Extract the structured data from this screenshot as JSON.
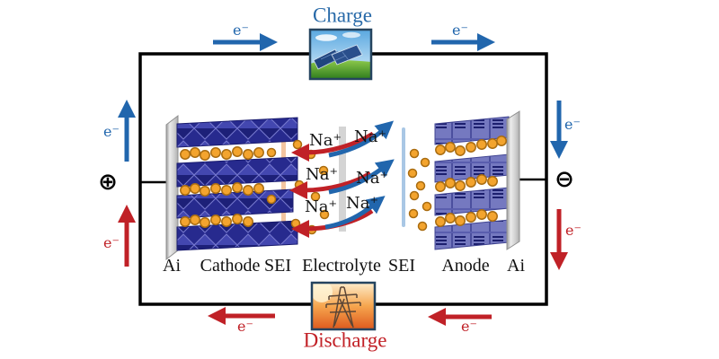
{
  "diagram": {
    "subject": "sodium-ion battery charge/discharge schematic",
    "charge_label": "Charge",
    "discharge_label": "Discharge",
    "electron_label": "e⁻",
    "sodium_ion_label": "Na⁺",
    "positive_terminal": "⊕",
    "negative_terminal": "⊖",
    "bottom_labels": [
      "Ai",
      "Cathode",
      "SEI",
      "Electrolyte",
      "SEI",
      "Anode",
      "Ai"
    ],
    "icons": {
      "charge_image": "solar-panel-photo",
      "discharge_image": "transmission-tower-photo"
    },
    "colors": {
      "charge_blue": "#2166ad",
      "discharge_red": "#c02127",
      "wire": "#000000",
      "cathode_slab_navy": "#272a8e",
      "anode_slab_slate": "#7579c0",
      "sodium_ion_orange": "#f3a42e",
      "sei_cathode_salmon": "#f3c5a0",
      "separator_gray": "#d4d4d4",
      "sei_anode_lightblue": "#a9c7e5",
      "current_collector_gray": "#d9d9d9"
    }
  }
}
